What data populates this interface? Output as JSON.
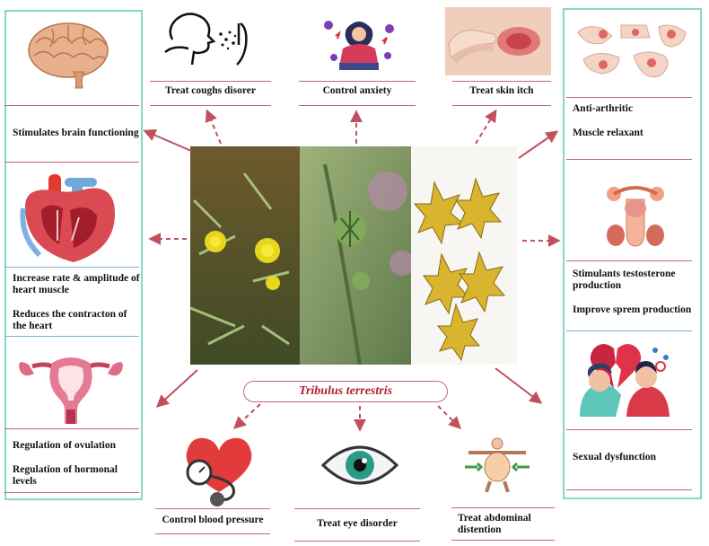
{
  "center": {
    "title": "Tribulus terrestris"
  },
  "left": {
    "brain": "Stimulates brain functioning",
    "heart_1": "Increase rate & amplitude of heart muscle",
    "heart_2": "Reduces the contracton of the heart",
    "uterus_1": "Regulation of ovulation",
    "uterus_2": "Regulation  of  hormonal levels"
  },
  "top": {
    "cough": "Treat coughs disorer",
    "anxiety": "Control anxiety",
    "skin": "Treat skin itch"
  },
  "right": {
    "joint_1": "Anti-arthritic",
    "joint_2": "Muscle relaxant",
    "male_1": "Stimulants testosterone production",
    "male_2": "Improve sprem production",
    "sexual": "Sexual dysfunction"
  },
  "bottom": {
    "bp": "Control blood pressure",
    "eye": "Treat eye disorder",
    "abdominal": "Treat abdominal distention"
  },
  "colors": {
    "panel_border": "#86d8c9",
    "rule": "#c4687a",
    "arrow": "#c0505e",
    "title": "#b02036"
  },
  "icons": [
    "brain-icon",
    "heart-icon",
    "uterus-icon",
    "coughing-person-icon",
    "anxiety-person-icon",
    "skin-itch-icon",
    "joint-pain-icon",
    "male-reproductive-icon",
    "broken-heart-couple-icon",
    "blood-pressure-icon",
    "eye-icon",
    "abdominal-icon",
    "plant-photo"
  ]
}
